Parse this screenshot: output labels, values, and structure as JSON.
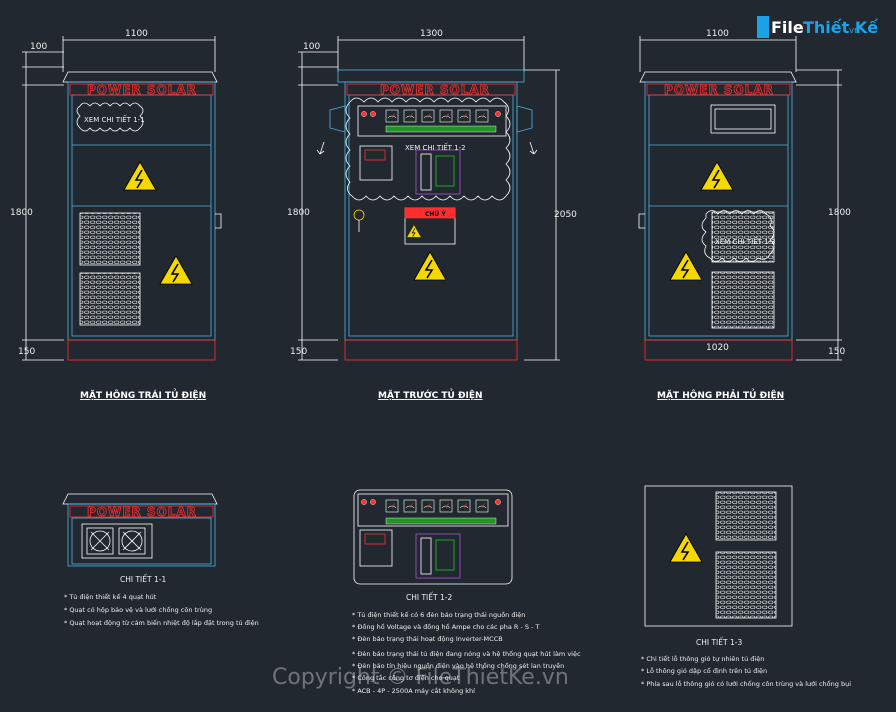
{
  "logo": {
    "part1": "File",
    "part2": "Thiết Kế",
    "part3": ".vn"
  },
  "watermark": "Copyright © FileThietKe.vn",
  "brand_label": "POWER SOLAR",
  "warning_label": "CHÚ Ý",
  "left_view": {
    "title": "MẶT HÔNG TRÁI TỦ ĐIỆN",
    "dim_width": "1100",
    "dim_roof": "100",
    "dim_height": "1800",
    "dim_base": "150",
    "callout": "XEM CHI TIẾT 1-1"
  },
  "front_view": {
    "title": "MẶT TRƯỚC TỦ ĐIỆN",
    "dim_width": "1300",
    "dim_roof": "100",
    "dim_height": "1800",
    "dim_base": "150",
    "dim_total": "2050",
    "callout": "XEM CHI TIẾT 1-2"
  },
  "right_view": {
    "title": "MẶT HÔNG PHẢI TỦ ĐIỆN",
    "dim_width": "1100",
    "dim_height": "1800",
    "dim_base": "150",
    "dim_inner": "1020",
    "callout": "XEM CHI TIẾT 1-3"
  },
  "detail_1_1": {
    "caption": "CHI TIẾT 1-1",
    "notes": [
      "* Tủ điện thiết kế 4 quạt hút",
      "* Quạt có hộp bảo vệ và lưới chống côn trùng",
      "* Quạt hoạt động từ cảm biến nhiệt độ lắp đặt trong tủ điện"
    ]
  },
  "detail_1_2": {
    "caption": "CHI TIẾT 1-2",
    "notes": [
      "* Tủ điện thiết kế có 6 đèn báo trạng thái nguồn điện",
      "* Đồng hồ Voltage và đồng hồ Ampe cho các pha R - S - T",
      "* Đèn báo trạng thái hoạt động Inverter-MCCB",
      "* Đèn báo trạng thái tủ điện đang nóng và hệ thống quạt hút làm việc",
      "* Đèn báo tín hiệu nguồn điện vào hệ thống chống sét lan truyền",
      "* Công tắc công tơ điện cho quạt",
      "* ACB - 4P - 2500A máy cắt không khí"
    ]
  },
  "detail_1_3": {
    "caption": "CHI TIẾT 1-3",
    "notes": [
      "* Chi tiết lỗ thông gió tự nhiên tủ điện",
      "* Lỗ thông gió dập cố định trên tủ điện",
      "* Phía sau lỗ thông gió có lưới chống côn trùng và lưới chống bụi"
    ]
  },
  "colors": {
    "background": "#212830",
    "outline": "#ffffff",
    "cabinet_line": "#4fb3e8",
    "brand_red": "#ff2e2e",
    "warning_yellow": "#f5d800",
    "meter_green": "#22c422",
    "device_purple": "#b050e0"
  },
  "icons": [
    "warning-triangle-icon",
    "fan-icon",
    "pilot-lamp-icon",
    "meter-icon",
    "door-handle-icon",
    "key-icon",
    "airflow-arrow-icon"
  ]
}
